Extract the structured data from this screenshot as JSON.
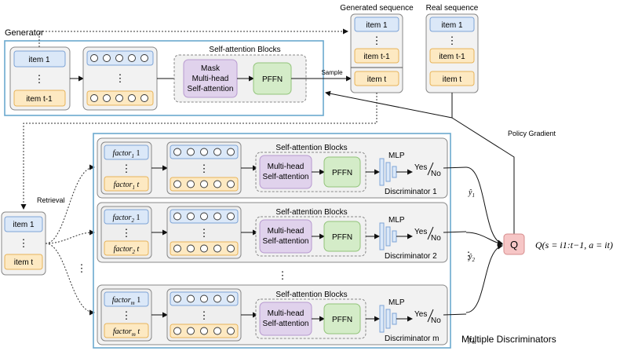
{
  "generator": {
    "title": "Generator",
    "input_items": [
      "item 1",
      "item t-1"
    ],
    "vdots": "⋮",
    "sa_title": "Self-attention Blocks",
    "mask_lines": [
      "Mask",
      "Multi-head",
      "Self-attention"
    ],
    "pffn": "PFFN",
    "sample": "Sample"
  },
  "generated": {
    "title": "Generated sequence",
    "items": [
      "item 1",
      "item t-1",
      "item t"
    ]
  },
  "real": {
    "title": "Real sequence",
    "items": [
      "item 1",
      "item t-1",
      "item t"
    ]
  },
  "policy_gradient": "Policy Gradient",
  "retrieval": "Retrieval",
  "retrieval_items": [
    "item 1",
    "item t"
  ],
  "discriminators": [
    {
      "factor_top": "factor",
      "factor_sub": "1",
      "top_suffix": " 1",
      "bottom_suffix": " t",
      "sa_title": "Self-attention Blocks",
      "mha_lines": [
        "Multi-head",
        "Self-attention"
      ],
      "pffn": "PFFN",
      "mlp": "MLP",
      "yes": "Yes",
      "no": "No",
      "label": "Discriminator 1",
      "yhat": "ŷ",
      "yhat_sub": "1"
    },
    {
      "factor_top": "factor",
      "factor_sub": "2",
      "top_suffix": " 1",
      "bottom_suffix": " t",
      "sa_title": "Self-attention Blocks",
      "mha_lines": [
        "Multi-head",
        "Self-attention"
      ],
      "pffn": "PFFN",
      "mlp": "MLP",
      "yes": "Yes",
      "no": "No",
      "label": "Discriminator 2",
      "yhat": "ŷ",
      "yhat_sub": "2"
    },
    {
      "factor_top": "factor",
      "factor_sub": "m",
      "top_suffix": " 1",
      "bottom_suffix": " t",
      "sa_title": "Self-attention Blocks",
      "mha_lines": [
        "Multi-head",
        "Self-attention"
      ],
      "pffn": "PFFN",
      "mlp": "MLP",
      "yes": "Yes",
      "no": "No",
      "label": "Discriminator m",
      "yhat": "ŷ",
      "yhat_sub": "m"
    }
  ],
  "multiple_discriminators": "Multiple Discriminators",
  "q_label": "Q",
  "q_formula": "Q(s = i1:t−1, a = it)",
  "colors": {
    "frame_blue": "#6aa9cf",
    "item_blue": "#dbe8f8",
    "item_blue_border": "#7ea4d6",
    "item_orange": "#fde9c2",
    "item_orange_border": "#e8b45a",
    "purple": "#e0d2ec",
    "purple_border": "#b89ad0",
    "green": "#d4ecc8",
    "green_border": "#92c47a",
    "q_fill": "#f6c6c6",
    "q_border": "#d68c8c"
  }
}
